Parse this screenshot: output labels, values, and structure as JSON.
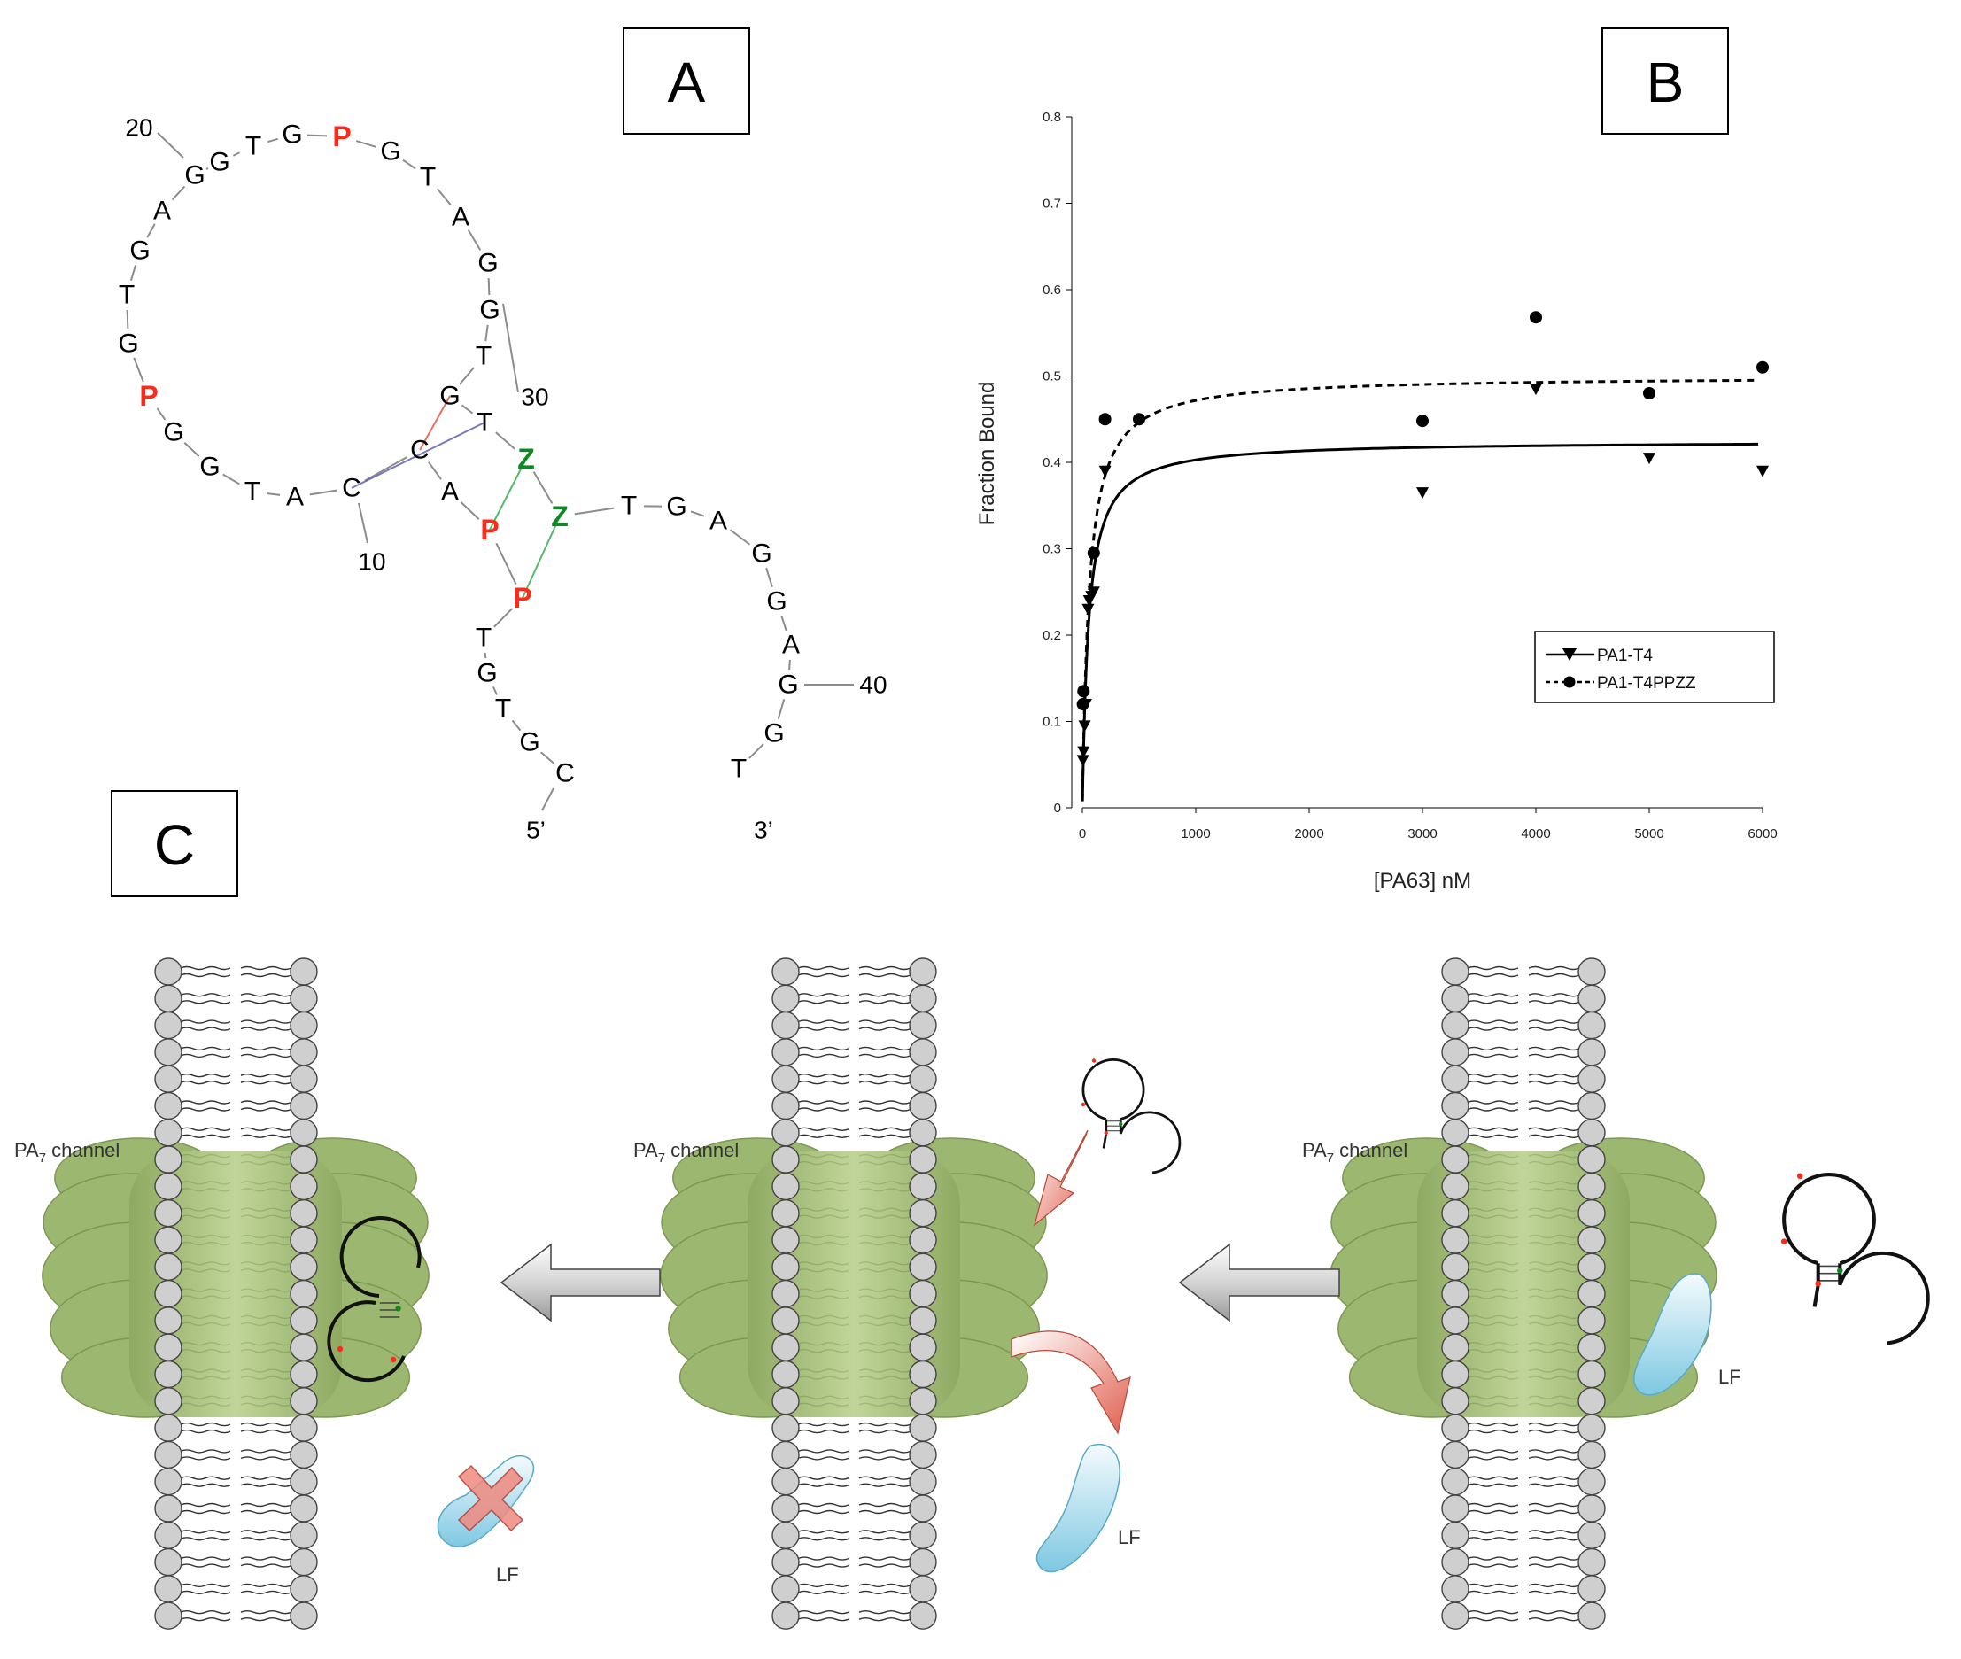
{
  "panels": {
    "a": "A",
    "b": "B",
    "c": "C"
  },
  "colors": {
    "red": "#ff2a1a",
    "green": "#0f8a22",
    "membrane_head": "#cfcfcf",
    "channel": "#8fae5c",
    "lf": "#8fd0e6",
    "arrow": "#d6d6d6"
  },
  "structure": {
    "nucleotides": [
      {
        "t": "C",
        "c": "k"
      },
      {
        "t": "G",
        "c": "k"
      },
      {
        "t": "T",
        "c": "k"
      },
      {
        "t": "G",
        "c": "k"
      },
      {
        "t": "T",
        "c": "k"
      },
      {
        "t": "P",
        "c": "r"
      },
      {
        "t": "P",
        "c": "r"
      },
      {
        "t": "A",
        "c": "k"
      },
      {
        "t": "C",
        "c": "k"
      },
      {
        "t": "C",
        "c": "k"
      },
      {
        "t": "A",
        "c": "k"
      },
      {
        "t": "T",
        "c": "k"
      },
      {
        "t": "G",
        "c": "k"
      },
      {
        "t": "G",
        "c": "k"
      },
      {
        "t": "P",
        "c": "r"
      },
      {
        "t": "G",
        "c": "k"
      },
      {
        "t": "T",
        "c": "k"
      },
      {
        "t": "G",
        "c": "k"
      },
      {
        "t": "A",
        "c": "k"
      },
      {
        "t": "G",
        "c": "k"
      },
      {
        "t": "G",
        "c": "k"
      },
      {
        "t": "T",
        "c": "k"
      },
      {
        "t": "G",
        "c": "k"
      },
      {
        "t": "P",
        "c": "r"
      },
      {
        "t": "G",
        "c": "k"
      },
      {
        "t": "T",
        "c": "k"
      },
      {
        "t": "A",
        "c": "k"
      },
      {
        "t": "G",
        "c": "k"
      },
      {
        "t": "G",
        "c": "k"
      },
      {
        "t": "T",
        "c": "k"
      },
      {
        "t": "G",
        "c": "k"
      },
      {
        "t": "T",
        "c": "k"
      },
      {
        "t": "Z",
        "c": "g"
      },
      {
        "t": "Z",
        "c": "g"
      },
      {
        "t": "T",
        "c": "k"
      },
      {
        "t": "G",
        "c": "k"
      },
      {
        "t": "A",
        "c": "k"
      },
      {
        "t": "G",
        "c": "k"
      },
      {
        "t": "G",
        "c": "k"
      },
      {
        "t": "A",
        "c": "k"
      },
      {
        "t": "G",
        "c": "k"
      },
      {
        "t": "G",
        "c": "k"
      },
      {
        "t": "T",
        "c": "k"
      }
    ],
    "labels": {
      "n20": "20",
      "n30": "30",
      "n10": "10",
      "n40": "40",
      "five": "5’",
      "three": "3’"
    }
  },
  "chart_data": {
    "type": "scatter",
    "xlabel": "[PA63] nM",
    "ylabel": "Fraction Bound",
    "xlim": [
      0,
      6000
    ],
    "ylim": [
      0,
      0.8
    ],
    "xticks": [
      0,
      1000,
      2000,
      3000,
      4000,
      5000,
      6000
    ],
    "yticks": [
      0,
      0.1,
      0.2,
      0.3,
      0.4,
      0.5,
      0.6,
      0.7,
      0.8
    ],
    "legend": "bottom-right",
    "series": [
      {
        "name": "PA1-T4",
        "marker": "triangle-down",
        "line": "solid",
        "x": [
          5,
          10,
          20,
          30,
          50,
          60,
          80,
          100,
          200,
          3000,
          4000,
          5000,
          6000
        ],
        "y": [
          0.055,
          0.065,
          0.095,
          0.12,
          0.23,
          0.24,
          0.245,
          0.25,
          0.39,
          0.365,
          0.485,
          0.405,
          0.39
        ],
        "fit": {
          "bmax": 0.425,
          "kd": 55
        }
      },
      {
        "name": "PA1-T4PPZZ",
        "marker": "circle",
        "line": "dashed",
        "x": [
          5,
          10,
          100,
          200,
          500,
          3000,
          4000,
          5000,
          6000
        ],
        "y": [
          0.12,
          0.135,
          0.295,
          0.45,
          0.45,
          0.448,
          0.568,
          0.48,
          0.51
        ],
        "fit": {
          "bmax": 0.5,
          "kd": 60
        }
      }
    ]
  },
  "diagram_c": {
    "channel_label": "PA",
    "channel_sub": "7",
    "channel_suffix": " channel",
    "lf_label": "LF"
  }
}
